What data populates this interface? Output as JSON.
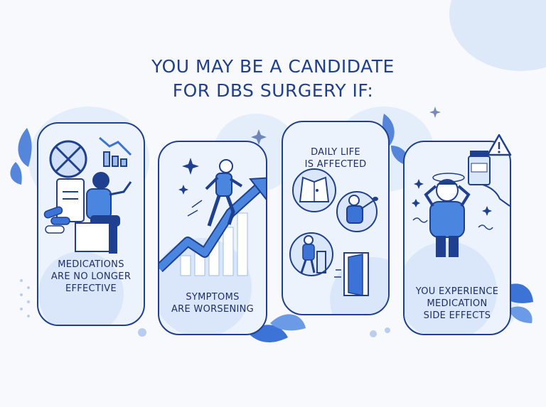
{
  "title": {
    "line1": "YOU MAY BE A CANDIDATE",
    "line2": "FOR DBS SURGERY IF:"
  },
  "cards": [
    {
      "line1": "MEDICATIONS",
      "line2": "ARE NO LONGER",
      "line3": "EFFECTIVE"
    },
    {
      "line1": "SYMPTOMS",
      "line2": "ARE WORSENING"
    },
    {
      "line1": "DAILY LIFE",
      "line2": "IS AFFECTED"
    },
    {
      "line1": "YOU EXPERIENCE",
      "line2": "MEDICATION",
      "line3": "SIDE EFFECTS"
    }
  ],
  "icons": [
    "no-pills-icon",
    "declining-chart-icon",
    "pill-bottle-icon",
    "person-sitting-icon",
    "person-walking-icon",
    "rising-arrow-icon",
    "sparkle-icon",
    "shirt-button-icon",
    "person-eating-icon",
    "person-with-walker-icon",
    "door-icon",
    "dizzy-person-icon",
    "medicine-bottle-icon",
    "warning-icon",
    "leaf-icon"
  ],
  "colors": {
    "primary": "#1f3f8f",
    "accent": "#3b73d6",
    "light": "#dde9f9",
    "card_bg": "#edf3fc"
  }
}
